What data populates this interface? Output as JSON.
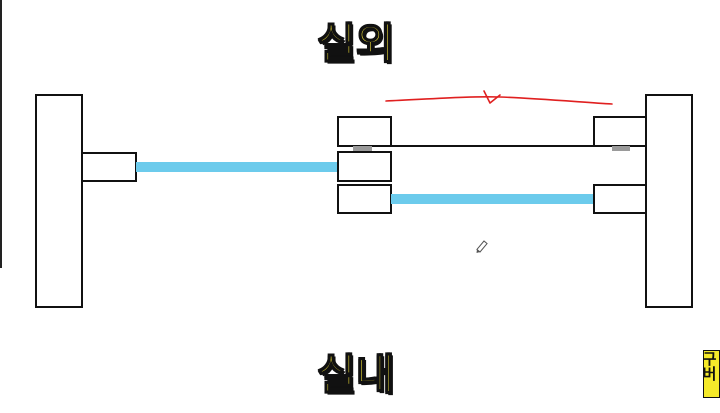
{
  "labels": {
    "outdoor": "실외",
    "indoor": "실내",
    "corner_badge": "구버"
  },
  "colors": {
    "pipe": "#6ccbec",
    "outline": "#111111",
    "annotation": "#e02020",
    "seal": "#9a9a9a",
    "label_fill": "#f7e63a"
  },
  "icons": {
    "cursor": "pen-cursor-icon"
  }
}
